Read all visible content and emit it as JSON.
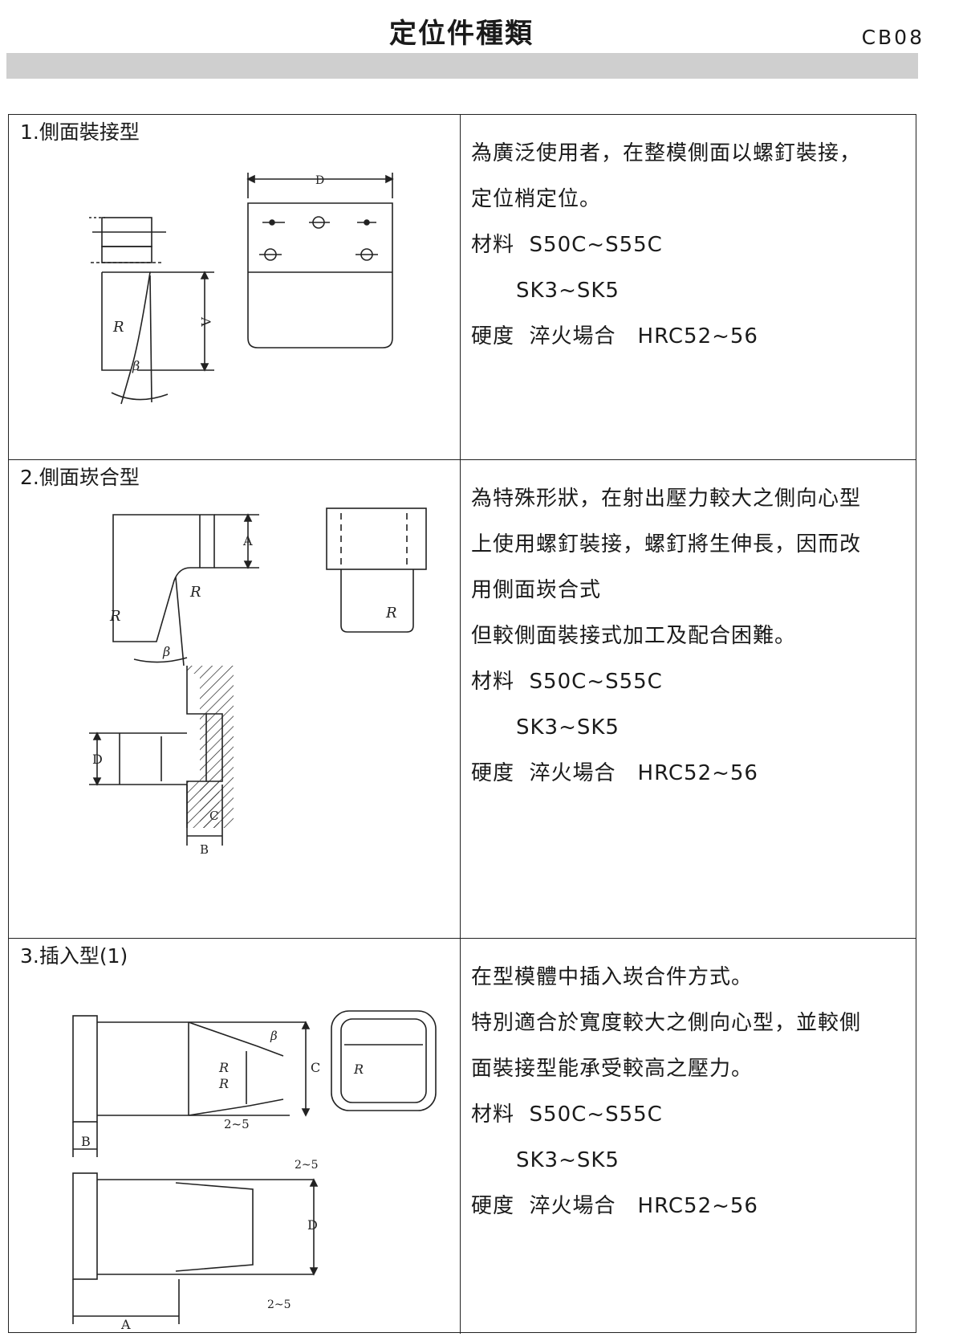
{
  "header": {
    "title": "定位件種類",
    "code": "CB08"
  },
  "sections": [
    {
      "label": "1.側面裝接型",
      "lines": [
        "為廣泛使用者，在整模側面以螺釘裝接，",
        "定位梢定位。"
      ],
      "material_label": "材料",
      "material_1": "S50C~S55C",
      "material_2": "SK3~SK5",
      "hardness_label": "硬度",
      "hardness_value": "淬火場合　HRC52~56"
    },
    {
      "label": "2.側面崁合型",
      "lines": [
        "為特殊形狀，在射出壓力較大之側向心型",
        "上使用螺釘裝接，螺釘將生伸長，因而改",
        "用側面崁合式",
        "但較側面裝接式加工及配合困難。"
      ],
      "material_label": "材料",
      "material_1": "S50C~S55C",
      "material_2": "SK3~SK5",
      "hardness_label": "硬度",
      "hardness_value": "淬火場合　HRC52~56"
    },
    {
      "label": "3.插入型(1)",
      "lines": [
        "在型模體中插入崁合件方式。",
        "特別適合於寬度較大之側向心型，並較側",
        "面裝接型能承受較高之壓力。"
      ],
      "material_label": "材料",
      "material_1": "S50C~S55C",
      "material_2": "SK3~SK5",
      "hardness_label": "硬度",
      "hardness_value": "淬火場合　HRC52~56"
    }
  ],
  "drawing_labels": {
    "A": "A",
    "B": "B",
    "C": "C",
    "D": "D",
    "R": "R",
    "beta": "β",
    "gap": "2~5"
  }
}
